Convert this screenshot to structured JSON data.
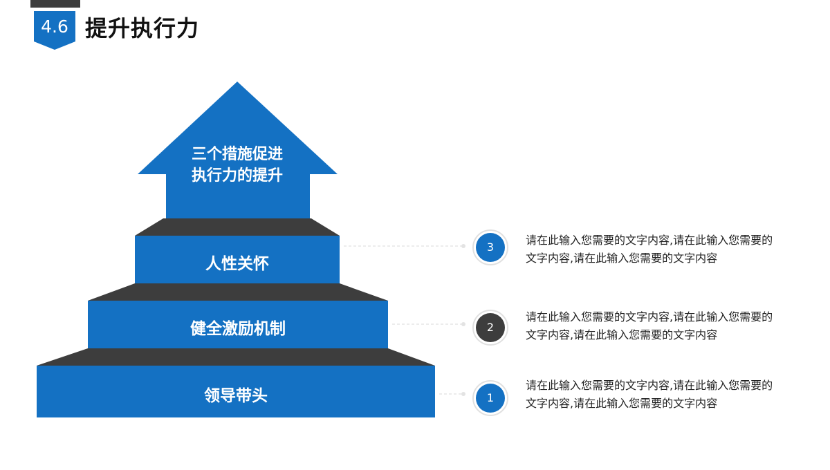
{
  "header": {
    "section_number": "4.6",
    "title": "提升执行力"
  },
  "colors": {
    "primary_blue": "#1471c3",
    "dark_step": "#3d3d3d",
    "white": "#ffffff"
  },
  "pyramid": {
    "arrow_text": "三个措施促进执行力的提升",
    "steps": [
      {
        "label": "人性关怀"
      },
      {
        "label": "健全激励机制"
      },
      {
        "label": "领导带头"
      }
    ]
  },
  "items": [
    {
      "number": "3",
      "style": "blue",
      "text": "请在此输入您需要的文字内容,请在此输入您需要的文字内容,请在此输入您需要的文字内容"
    },
    {
      "number": "2",
      "style": "dark",
      "text": "请在此输入您需要的文字内容,请在此输入您需要的文字内容,请在此输入您需要的文字内容"
    },
    {
      "number": "1",
      "style": "blue",
      "text": "请在此输入您需要的文字内容,请在此输入您需要的文字内容,请在此输入您需要的文字内容"
    }
  ]
}
